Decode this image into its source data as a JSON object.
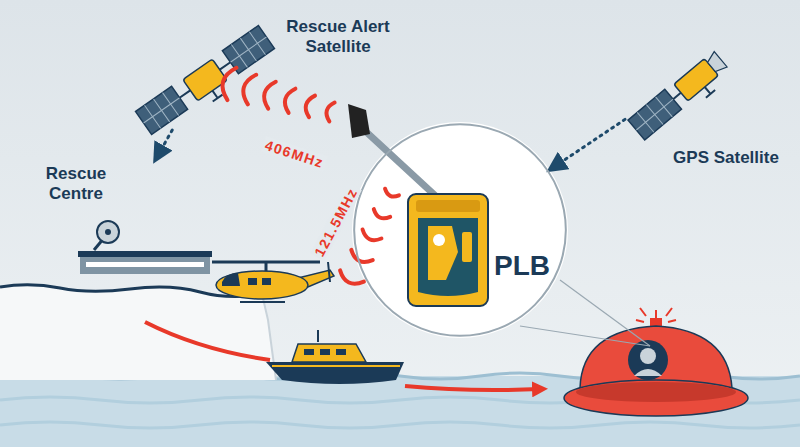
{
  "diagram": {
    "nodes": [
      {
        "text": [
          "Rescue Alert Satellite"
        ]
      },
      {
        "text": [
          "GPS Satellite"
        ]
      },
      {
        "text": [
          "Rescue Centre"
        ]
      },
      {
        "text": [
          "PLB"
        ]
      }
    ],
    "edges": [
      {
        "from": 0,
        "to": 2,
        "arrow": "to"
      },
      {
        "from": 1,
        "to": 3,
        "arrow": "to"
      }
    ],
    "labels": [
      "406MHz",
      "121.5MHz"
    ]
  }
}
